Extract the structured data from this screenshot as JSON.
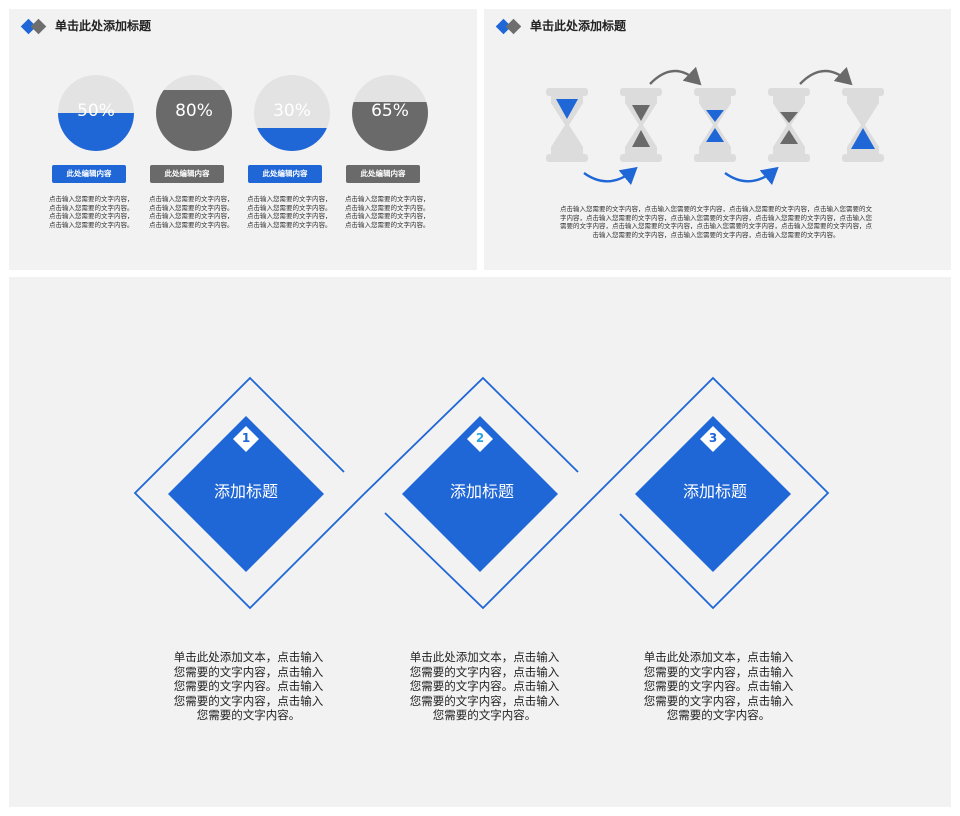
{
  "panel1": {
    "title": "单击此处添加标题",
    "items": [
      {
        "percent_label": "50%",
        "fill_fraction": 0.5,
        "fill_color": "#1f66d6",
        "button_label": "此处编辑内容",
        "button_color": "#1f66d6",
        "text": "点击输入您需要的文字内容，\n点击输入您需要的文字内容。\n点击输入您需要的文字内容，\n点击输入您需要的文字内容。"
      },
      {
        "percent_label": "80%",
        "fill_fraction": 0.8,
        "fill_color": "#6a6a6a",
        "button_label": "此处编辑内容",
        "button_color": "#6a6a6a",
        "text": "点击输入您需要的文字内容，\n点击输入您需要的文字内容。\n点击输入您需要的文字内容，\n点击输入您需要的文字内容。"
      },
      {
        "percent_label": "30%",
        "fill_fraction": 0.3,
        "fill_color": "#1f66d6",
        "button_label": "此处编辑内容",
        "button_color": "#1f66d6",
        "text": "点击输入您需要的文字内容，\n点击输入您需要的文字内容。\n点击输入您需要的文字内容，\n点击输入您需要的文字内容。"
      },
      {
        "percent_label": "65%",
        "fill_fraction": 0.65,
        "fill_color": "#6a6a6a",
        "button_label": "此处编辑内容",
        "button_color": "#6a6a6a",
        "text": "点击输入您需要的文字内容，\n点击输入您需要的文字内容。\n点击输入您需要的文字内容，\n点击输入您需要的文字内容。"
      }
    ]
  },
  "panel2": {
    "title": "单击此处添加标题",
    "hourglass_states": [
      "top-full-blue",
      "gray-split",
      "blue-split",
      "gray-split",
      "bottom-full-blue"
    ],
    "text": "点击输入您需要的文字内容，点击输入您需要的文字内容，点击输入您需要的文字内容，点击输入您需要的文字内容，点击输入您需要的文字内容，点击输入您需要的文字内容，点击输入您需要的文字内容，点击输入您需要的文字内容，点击输入您需要的文字内容，点击输入您需要的文字内容，点击输入您需要的文字内容，点击输入您需要的文字内容，点击输入您需要的文字内容，点击输入您需要的文字内容。"
  },
  "panel3": {
    "items": [
      {
        "number": "1",
        "title": "添加标题",
        "number_color": "#1f66d6",
        "text": "单击此处添加文本，点击输入\n您需要的文字内容，点击输入\n您需要的文字内容。点击输入\n您需要的文字内容，点击输入\n您需要的文字内容。"
      },
      {
        "number": "2",
        "title": "添加标题",
        "number_color": "#29a6e0",
        "text": "单击此处添加文本，点击输入\n您需要的文字内容，点击输入\n您需要的文字内容。点击输入\n您需要的文字内容，点击输入\n您需要的文字内容。"
      },
      {
        "number": "3",
        "title": "添加标题",
        "number_color": "#1f66d6",
        "text": "单击此处添加文本，点击输入\n您需要的文字内容，点击输入\n您需要的文字内容。点击输入\n您需要的文字内容，点击输入\n您需要的文字内容。"
      }
    ]
  },
  "colors": {
    "accent": "#1f66d6",
    "gray": "#6a6a6a",
    "panel_bg": "#f2f2f2",
    "light_gray": "#e3e3e3"
  }
}
